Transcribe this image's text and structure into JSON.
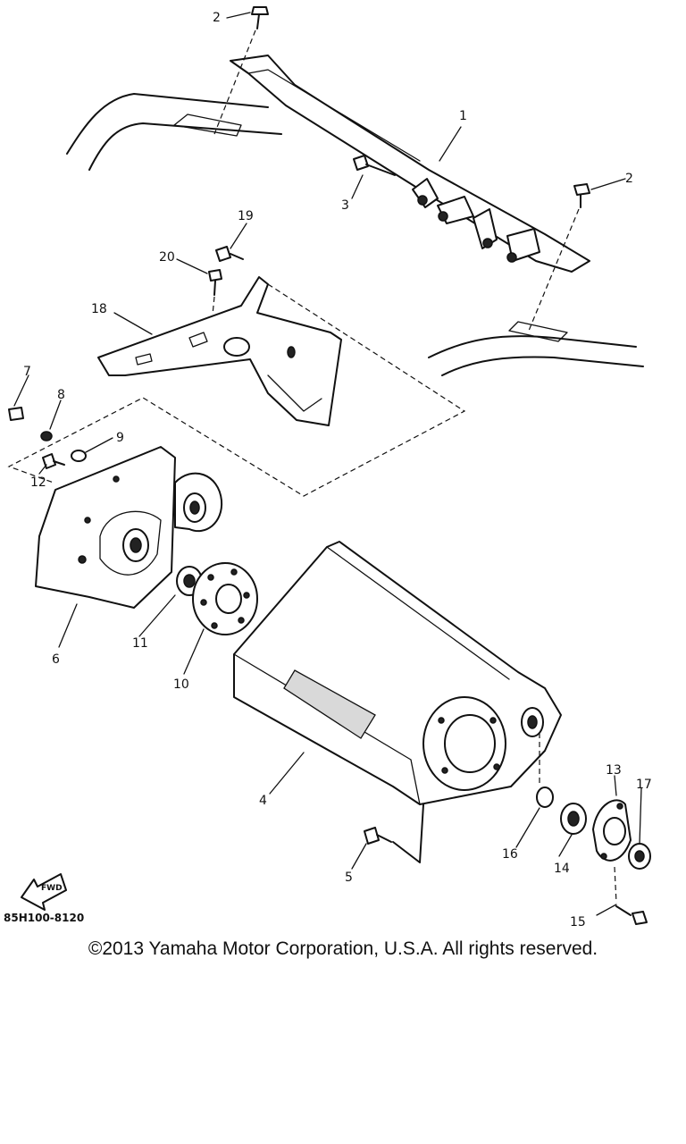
{
  "diagram": {
    "callouts": [
      {
        "id": "c2a",
        "text": "2"
      },
      {
        "id": "c1",
        "text": "1"
      },
      {
        "id": "c2b",
        "text": "2"
      },
      {
        "id": "c3",
        "text": "3"
      },
      {
        "id": "c19",
        "text": "19"
      },
      {
        "id": "c20",
        "text": "20"
      },
      {
        "id": "c18",
        "text": "18"
      },
      {
        "id": "c7",
        "text": "7"
      },
      {
        "id": "c8",
        "text": "8"
      },
      {
        "id": "c9",
        "text": "9"
      },
      {
        "id": "c12",
        "text": "12"
      },
      {
        "id": "c6",
        "text": "6"
      },
      {
        "id": "c11",
        "text": "11"
      },
      {
        "id": "c10",
        "text": "10"
      },
      {
        "id": "c4",
        "text": "4"
      },
      {
        "id": "c5",
        "text": "5"
      },
      {
        "id": "c16",
        "text": "16"
      },
      {
        "id": "c14",
        "text": "14"
      },
      {
        "id": "c13",
        "text": "13"
      },
      {
        "id": "c17",
        "text": "17"
      },
      {
        "id": "c15",
        "text": "15"
      }
    ],
    "fwd_label": "FWD",
    "part_code": "85H100-8120"
  },
  "footer": {
    "copyright": "©2013 Yamaha Motor Corporation, U.S.A. All rights reserved."
  }
}
